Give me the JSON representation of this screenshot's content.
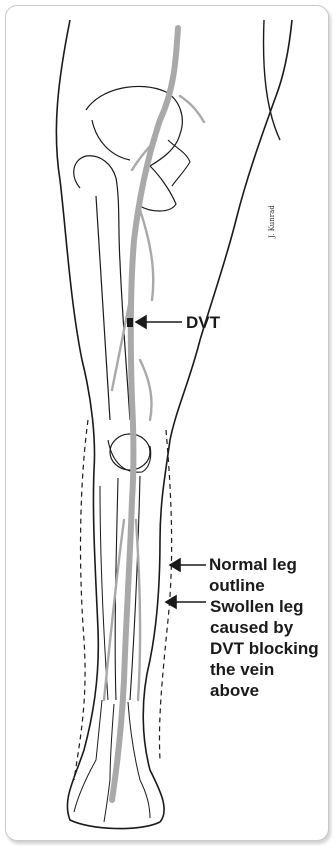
{
  "labels": {
    "dvt": "DVT",
    "normal_leg": "Normal leg outline",
    "swollen_leg": "Swollen leg caused by DVT blocking the vein above"
  },
  "colors": {
    "vein": "#a9a9a9",
    "outline": "#1a1a1a",
    "border": "#c9c9c9"
  },
  "signature": "J. Kunrad"
}
